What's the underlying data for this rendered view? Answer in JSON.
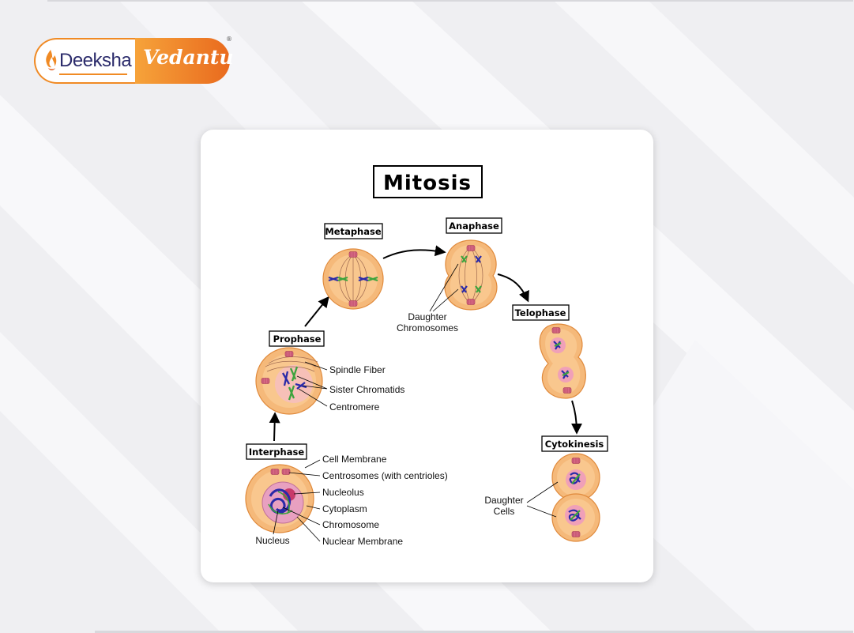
{
  "brand": {
    "left_text": "Deeksha",
    "right_text": "Vedantu",
    "registered_mark": "®",
    "colors": {
      "orange": "#f08a24",
      "navy": "#2b2b6b"
    }
  },
  "diagram": {
    "title": "Mitosis",
    "phases": {
      "interphase": "Interphase",
      "prophase": "Prophase",
      "metaphase": "Metaphase",
      "anaphase": "Anaphase",
      "telophase": "Telophase",
      "cytokinesis": "Cytokinesis"
    },
    "interphase_labels": {
      "cell_membrane": "Cell Membrane",
      "centrosomes": "Centrosomes (with centrioles)",
      "nucleolus": "Nucleolus",
      "cytoplasm": "Cytoplasm",
      "chromosome": "Chromosome",
      "nuclear_membrane": "Nuclear Membrane",
      "nucleus": "Nucleus"
    },
    "prophase_labels": {
      "spindle_fiber": "Spindle Fiber",
      "sister_chromatids": "Sister Chromatids",
      "centromere": "Centromere"
    },
    "anaphase_labels": {
      "daughter_line1": "Daughter",
      "daughter_line2": "Chromosomes"
    },
    "cytokinesis_labels": {
      "daughter_line1": "Daughter",
      "daughter_line2": "Cells"
    },
    "colors": {
      "cell": "#f5b97a",
      "cell_border": "#e08a3c",
      "chromosome_blue": "#2a2aa8",
      "chromosome_green": "#3da33d",
      "nucleus_pink": "#f0a0b8",
      "centrosome": "#c84a6a"
    }
  }
}
